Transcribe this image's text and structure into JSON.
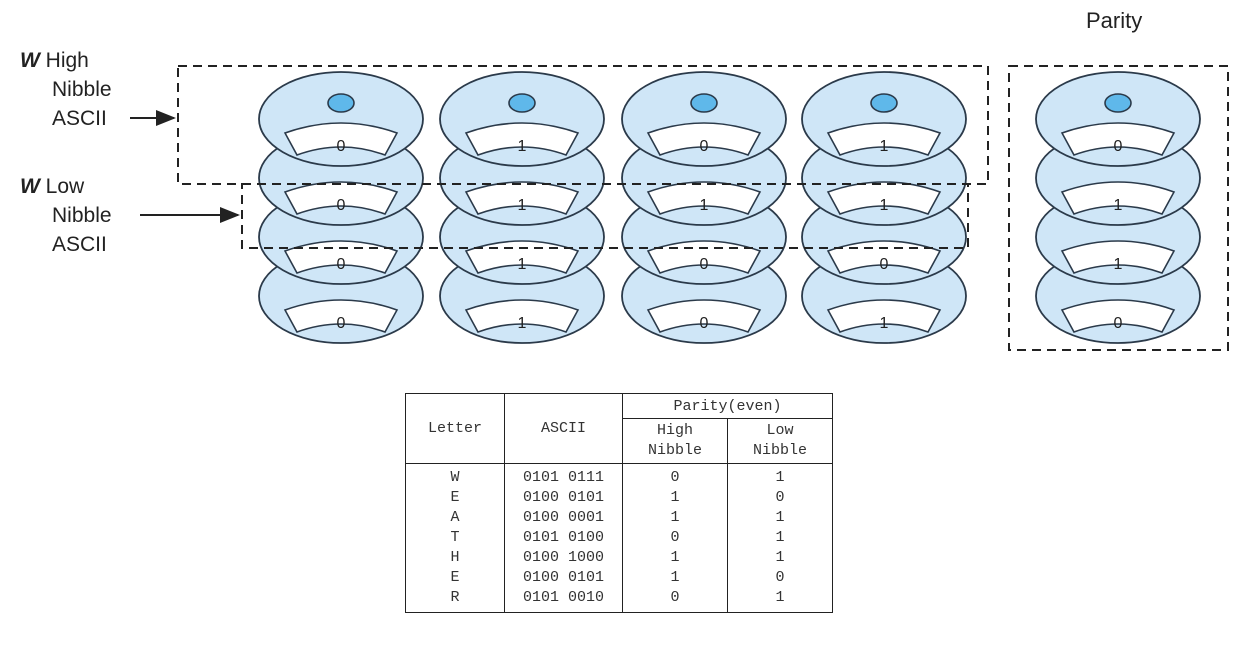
{
  "parity_title": "Parity",
  "high_label": {
    "letter": "W",
    "line1": "High",
    "line2": "Nibble",
    "line3": "ASCII"
  },
  "low_label": {
    "letter": "W",
    "line1": "Low",
    "line2": "Nibble",
    "line3": "ASCII"
  },
  "disk_stacks": [
    {
      "name": "data-disk-1",
      "bits": [
        "0",
        "0",
        "0",
        "0"
      ]
    },
    {
      "name": "data-disk-2",
      "bits": [
        "1",
        "1",
        "1",
        "1"
      ]
    },
    {
      "name": "data-disk-3",
      "bits": [
        "0",
        "1",
        "0",
        "0"
      ]
    },
    {
      "name": "data-disk-4",
      "bits": [
        "1",
        "1",
        "0",
        "1"
      ]
    },
    {
      "name": "parity-disk",
      "bits": [
        "0",
        "1",
        "1",
        "0"
      ]
    }
  ],
  "table": {
    "headers": {
      "letter": "Letter",
      "ascii": "ASCII",
      "parity": "Parity(even)",
      "high": [
        "High",
        "Nibble"
      ],
      "low": [
        "Low",
        "Nibble"
      ]
    },
    "rows": [
      {
        "letter": "W",
        "ascii": "0101 0111",
        "high": "0",
        "low": "1"
      },
      {
        "letter": "E",
        "ascii": "0100 0101",
        "high": "1",
        "low": "0"
      },
      {
        "letter": "A",
        "ascii": "0100 0001",
        "high": "1",
        "low": "1"
      },
      {
        "letter": "T",
        "ascii": "0101 0100",
        "high": "0",
        "low": "1"
      },
      {
        "letter": "H",
        "ascii": "0100 1000",
        "high": "1",
        "low": "1"
      },
      {
        "letter": "E",
        "ascii": "0100 0101",
        "high": "1",
        "low": "0"
      },
      {
        "letter": "R",
        "ascii": "0101 0010",
        "high": "0",
        "low": "1"
      }
    ]
  }
}
